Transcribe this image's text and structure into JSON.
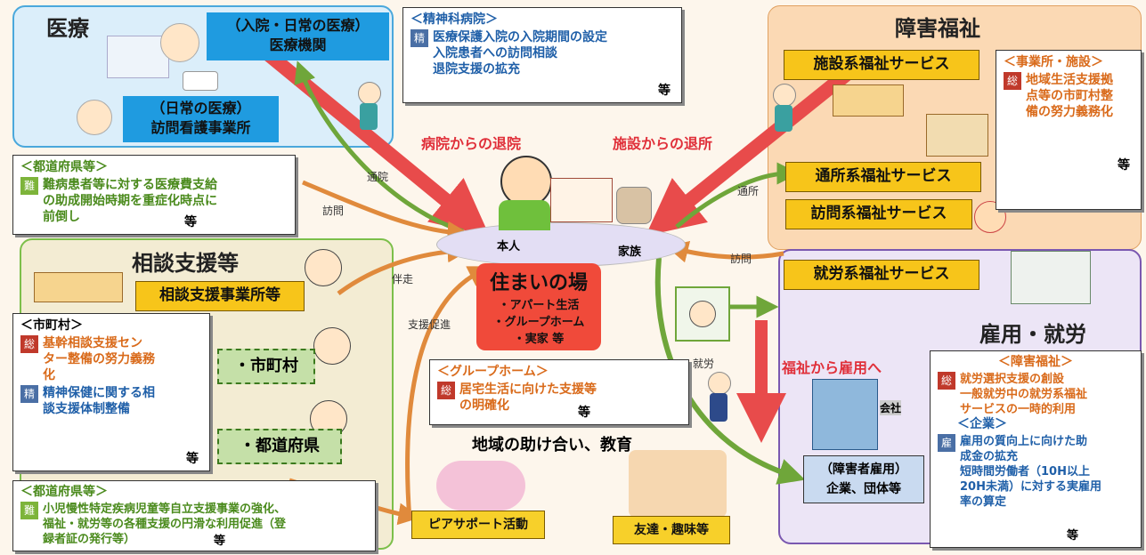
{
  "medical": {
    "title": "医療",
    "hospital_line1": "（入院・日常の医療）",
    "hospital_line2": "医療機関",
    "visit_line1": "（日常の医療）",
    "visit_line2": "訪問看護事業所"
  },
  "psych_box": {
    "header": "＜精神科病院＞",
    "badge": "精",
    "lines": [
      "医療保護入院の入院期間の設定",
      "入院患者への訪問相談",
      "退院支援の拡充"
    ],
    "etc": "等"
  },
  "flows": {
    "from_hospital": "病院からの退院",
    "from_facility": "施設からの退所",
    "to_employment": "福祉から雇用へ",
    "tsuin": "通院",
    "houmon_left": "訪問",
    "bansou": "伴走",
    "shien": "支援促進",
    "tsusho": "通所",
    "houmon_right": "訪問",
    "shuro": "就労"
  },
  "pref_box_top": {
    "header": "＜都道府県等＞",
    "badge": "難",
    "lines": [
      "難病患者等に対する医療費支給",
      "の助成開始時期を重症化時点に",
      "前倒し"
    ],
    "etc": "等"
  },
  "center": {
    "person": "本人",
    "family": "家族",
    "home_title": "住まいの場",
    "home_items": [
      "・アパート生活",
      "・グループホーム",
      "・実家 等"
    ]
  },
  "welfare": {
    "title": "障害福祉",
    "facility": "施設系福祉サービス",
    "day": "通所系福祉サービス",
    "visit": "訪問系福祉サービス",
    "work": "就労系福祉サービス"
  },
  "office_box": {
    "header": "＜事業所・施設＞",
    "badge": "総",
    "lines": [
      "地域生活支援拠",
      "点等の市町村整",
      "備の努力義務化"
    ],
    "etc": "等"
  },
  "consult": {
    "title": "相談支援等",
    "office": "相談支援事業所等",
    "municipality": "・市町村",
    "prefecture": "・都道府県"
  },
  "muni_box": {
    "header": "＜市町村＞",
    "badge1": "総",
    "lines1": [
      "基幹相談支援セン",
      "ター整備の努力義務",
      "化"
    ],
    "badge2": "精",
    "lines2": [
      "精神保健に関する相",
      "談支援体制整備"
    ],
    "etc": "等"
  },
  "gh_box": {
    "header": "＜グループホーム＞",
    "badge": "総",
    "lines": [
      "居宅生活に向けた支援等",
      "の明確化"
    ],
    "etc": "等"
  },
  "community": {
    "title": "地域の助け合い、教育",
    "peer": "ピアサポート活動",
    "friends": "友達・趣味等"
  },
  "employment": {
    "title": "雇用・就労",
    "company_line1": "（障害者雇用）",
    "company_line2": "企業、団体等",
    "building_sign": "会社"
  },
  "emp_box": {
    "header1": "＜障害福祉＞",
    "badge1": "総",
    "lines1": [
      "就労選択支援の創設",
      "一般就労中の就労系福祉",
      "サービスの一時的利用"
    ],
    "header2": "＜企業＞",
    "badge2": "雇",
    "lines2": [
      "雇用の質向上に向けた助",
      "成金の拡充",
      "短時間労働者（10H以上",
      "20H未満）に対する実雇用",
      "率の算定"
    ],
    "etc": "等"
  },
  "pref_box_bottom": {
    "header": "＜都道府県等＞",
    "badge": "難",
    "lines": [
      "小児慢性特定疾病児童等自立支援事業の強化、",
      "福祉・就労等の各種支援の円滑な利用促進（登",
      "録者証の発行等）"
    ],
    "etc": "等"
  }
}
